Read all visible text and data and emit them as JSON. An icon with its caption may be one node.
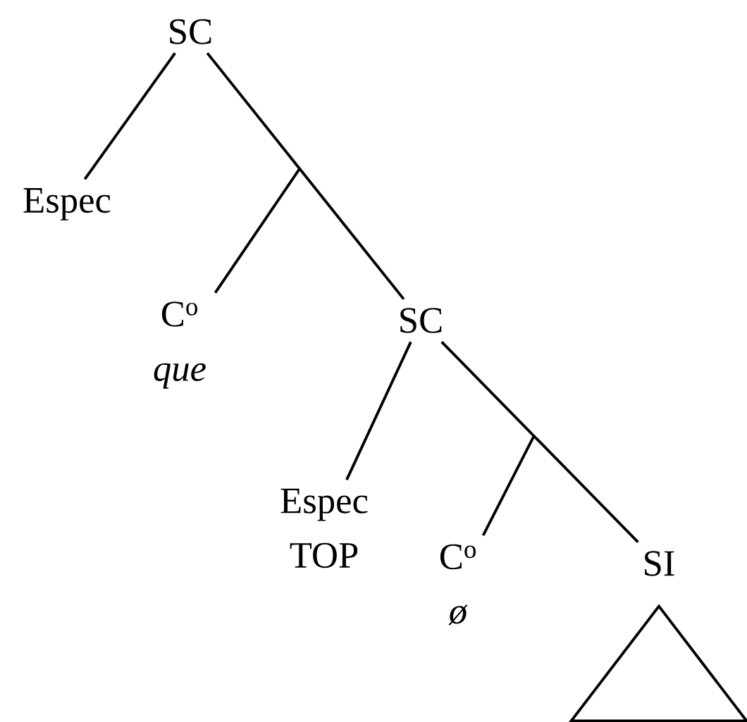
{
  "diagram": {
    "nodes": [
      {
        "text": [
          "SC"
        ]
      },
      {
        "text": [
          "Espec"
        ]
      },
      {
        "text": [
          "C$^{o}$",
          "que"
        ]
      },
      {
        "text": [
          "SC"
        ]
      },
      {
        "text": [
          "Espec",
          "TOP"
        ]
      },
      {
        "text": [
          "C$^{o}$",
          "ø"
        ]
      },
      {
        "text": [
          "SI"
        ]
      },
      {
        "text": [],
        "shape": "triangle"
      }
    ],
    "edges": [
      {
        "from": 0,
        "to": 1,
        "arrow": "none"
      },
      {
        "from": 0,
        "to": 3,
        "arrow": "none"
      },
      {
        "from": null,
        "to": 2,
        "arrow": "none"
      },
      {
        "from": 3,
        "to": 4,
        "arrow": "none"
      },
      {
        "from": 3,
        "to": 6,
        "arrow": "none"
      },
      {
        "from": null,
        "to": 5,
        "arrow": "none"
      }
    ]
  }
}
